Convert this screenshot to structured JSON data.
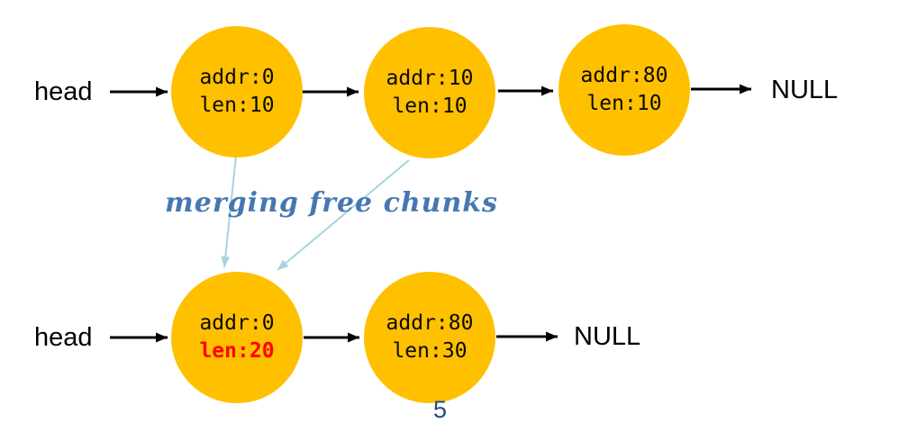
{
  "annotation": "merging free chunks",
  "page_number": "5",
  "top_list": {
    "head_label": "head",
    "null_label": "NULL",
    "nodes": [
      {
        "line1": "addr:0",
        "line2": "len:10"
      },
      {
        "line1": "addr:10",
        "line2": "len:10"
      },
      {
        "line1": "addr:80",
        "line2": "len:10"
      }
    ]
  },
  "bottom_list": {
    "head_label": "head",
    "null_label": "NULL",
    "nodes": [
      {
        "line1": "addr:0",
        "line2": "len:20"
      },
      {
        "line1": "addr:80",
        "line2": "len:30"
      }
    ]
  },
  "colors": {
    "node_fill": "#FFC000",
    "merge_arrow": "#A8D2E0",
    "annotation_text": "#4677B2",
    "highlight": "#FF0000",
    "page_number_color": "#1F4E79"
  }
}
